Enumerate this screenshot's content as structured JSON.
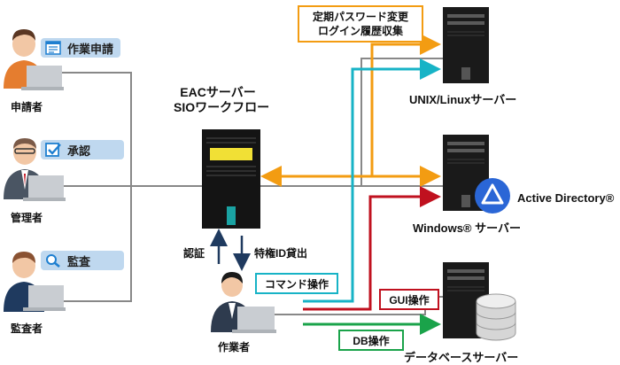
{
  "people": {
    "applicant": {
      "name": "申請者",
      "badge": "作業申請"
    },
    "manager": {
      "name": "管理者",
      "badge": "承認"
    },
    "auditor": {
      "name": "監査者",
      "badge": "監査"
    },
    "operator": {
      "name": "作業者"
    }
  },
  "eac": {
    "title_line1": "EACサーバー",
    "title_line2": "SIOワークフロー"
  },
  "flows": {
    "auth": "認証",
    "privileged_id": "特権ID貸出",
    "password_log": {
      "line1": "定期パスワード変更",
      "line2": "ログイン履歴収集"
    },
    "command": "コマンド操作",
    "gui": "GUI操作",
    "db": "DB操作"
  },
  "servers": {
    "unix": "UNIX/Linuxサーバー",
    "windows": "Windows® サーバー",
    "ad": "Active Directory®",
    "database": "データベースサーバー"
  },
  "colors": {
    "orange": "#f39c12",
    "cyan": "#17b3c6",
    "red": "#c0111f",
    "green": "#1aa34a",
    "gray": "#888888",
    "navy": "#1f3a5f",
    "badge": "#bfd8ef"
  }
}
